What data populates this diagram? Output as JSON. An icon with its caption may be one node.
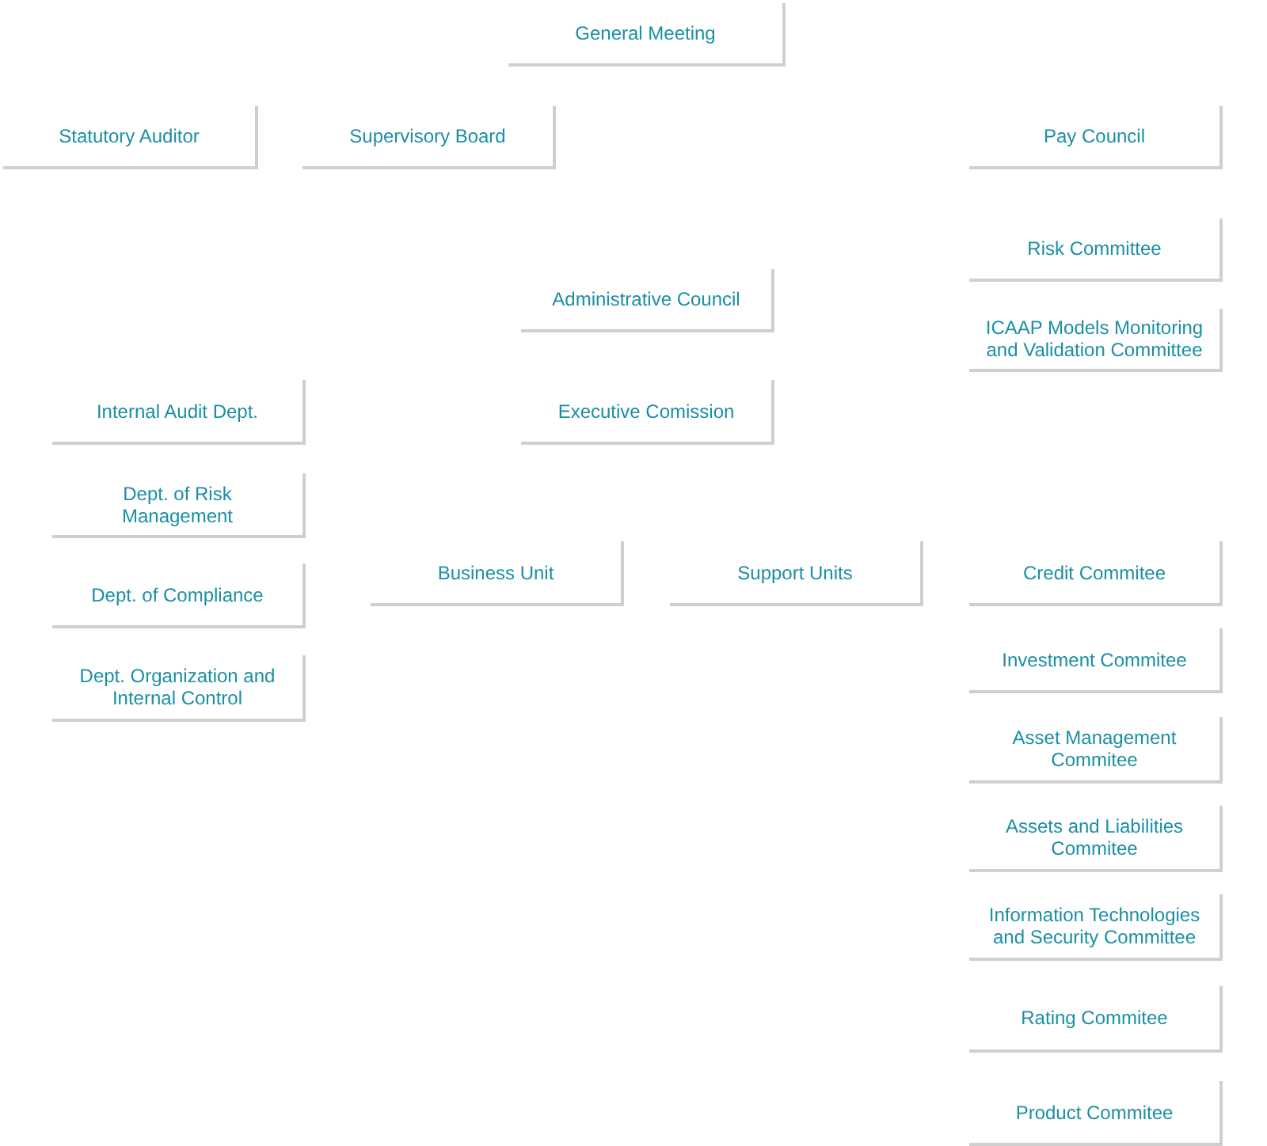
{
  "diagram": {
    "nodes": [
      {
        "text": [
          "General Meeting"
        ]
      },
      {
        "text": [
          "Statutory Auditor"
        ]
      },
      {
        "text": [
          "Supervisory Board"
        ]
      },
      {
        "text": [
          "Pay Council"
        ]
      },
      {
        "text": [
          "Risk Committee"
        ]
      },
      {
        "text": [
          "Administrative Council"
        ]
      },
      {
        "text": [
          "ICAAP Models Monitoring and Validation Committee"
        ]
      },
      {
        "text": [
          "Internal Audit Dept."
        ]
      },
      {
        "text": [
          "Executive Comission"
        ]
      },
      {
        "text": [
          "Dept. of Risk Management"
        ]
      },
      {
        "text": [
          "Business Unit"
        ]
      },
      {
        "text": [
          "Support Units"
        ]
      },
      {
        "text": [
          "Credit Commitee"
        ]
      },
      {
        "text": [
          "Dept. of Compliance"
        ]
      },
      {
        "text": [
          "Investment Commitee"
        ]
      },
      {
        "text": [
          "Dept. Organization and Internal Control"
        ]
      },
      {
        "text": [
          "Asset Management Commitee"
        ]
      },
      {
        "text": [
          "Assets and Liabilities Commitee"
        ]
      },
      {
        "text": [
          "Information Technologies and Security Committee"
        ]
      },
      {
        "text": [
          "Rating Commitee"
        ]
      },
      {
        "text": [
          "Product Commitee"
        ]
      }
    ],
    "edges": []
  }
}
